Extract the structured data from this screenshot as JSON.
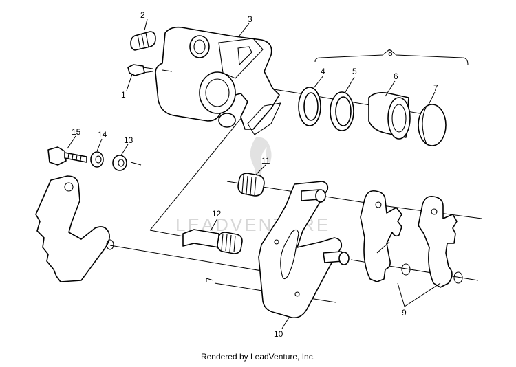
{
  "footer": {
    "text": "Rendered by LeadVenture, Inc."
  },
  "watermark": {
    "text": "LEADVENTURE"
  },
  "callouts": {
    "c1": "1",
    "c2": "2",
    "c3": "3",
    "c4": "4",
    "c5": "5",
    "c6": "6",
    "c7": "7",
    "c8": "8",
    "c9": "9",
    "c10": "10",
    "c11": "11",
    "c12": "12",
    "c13": "13",
    "c14": "14",
    "c15": "15"
  }
}
